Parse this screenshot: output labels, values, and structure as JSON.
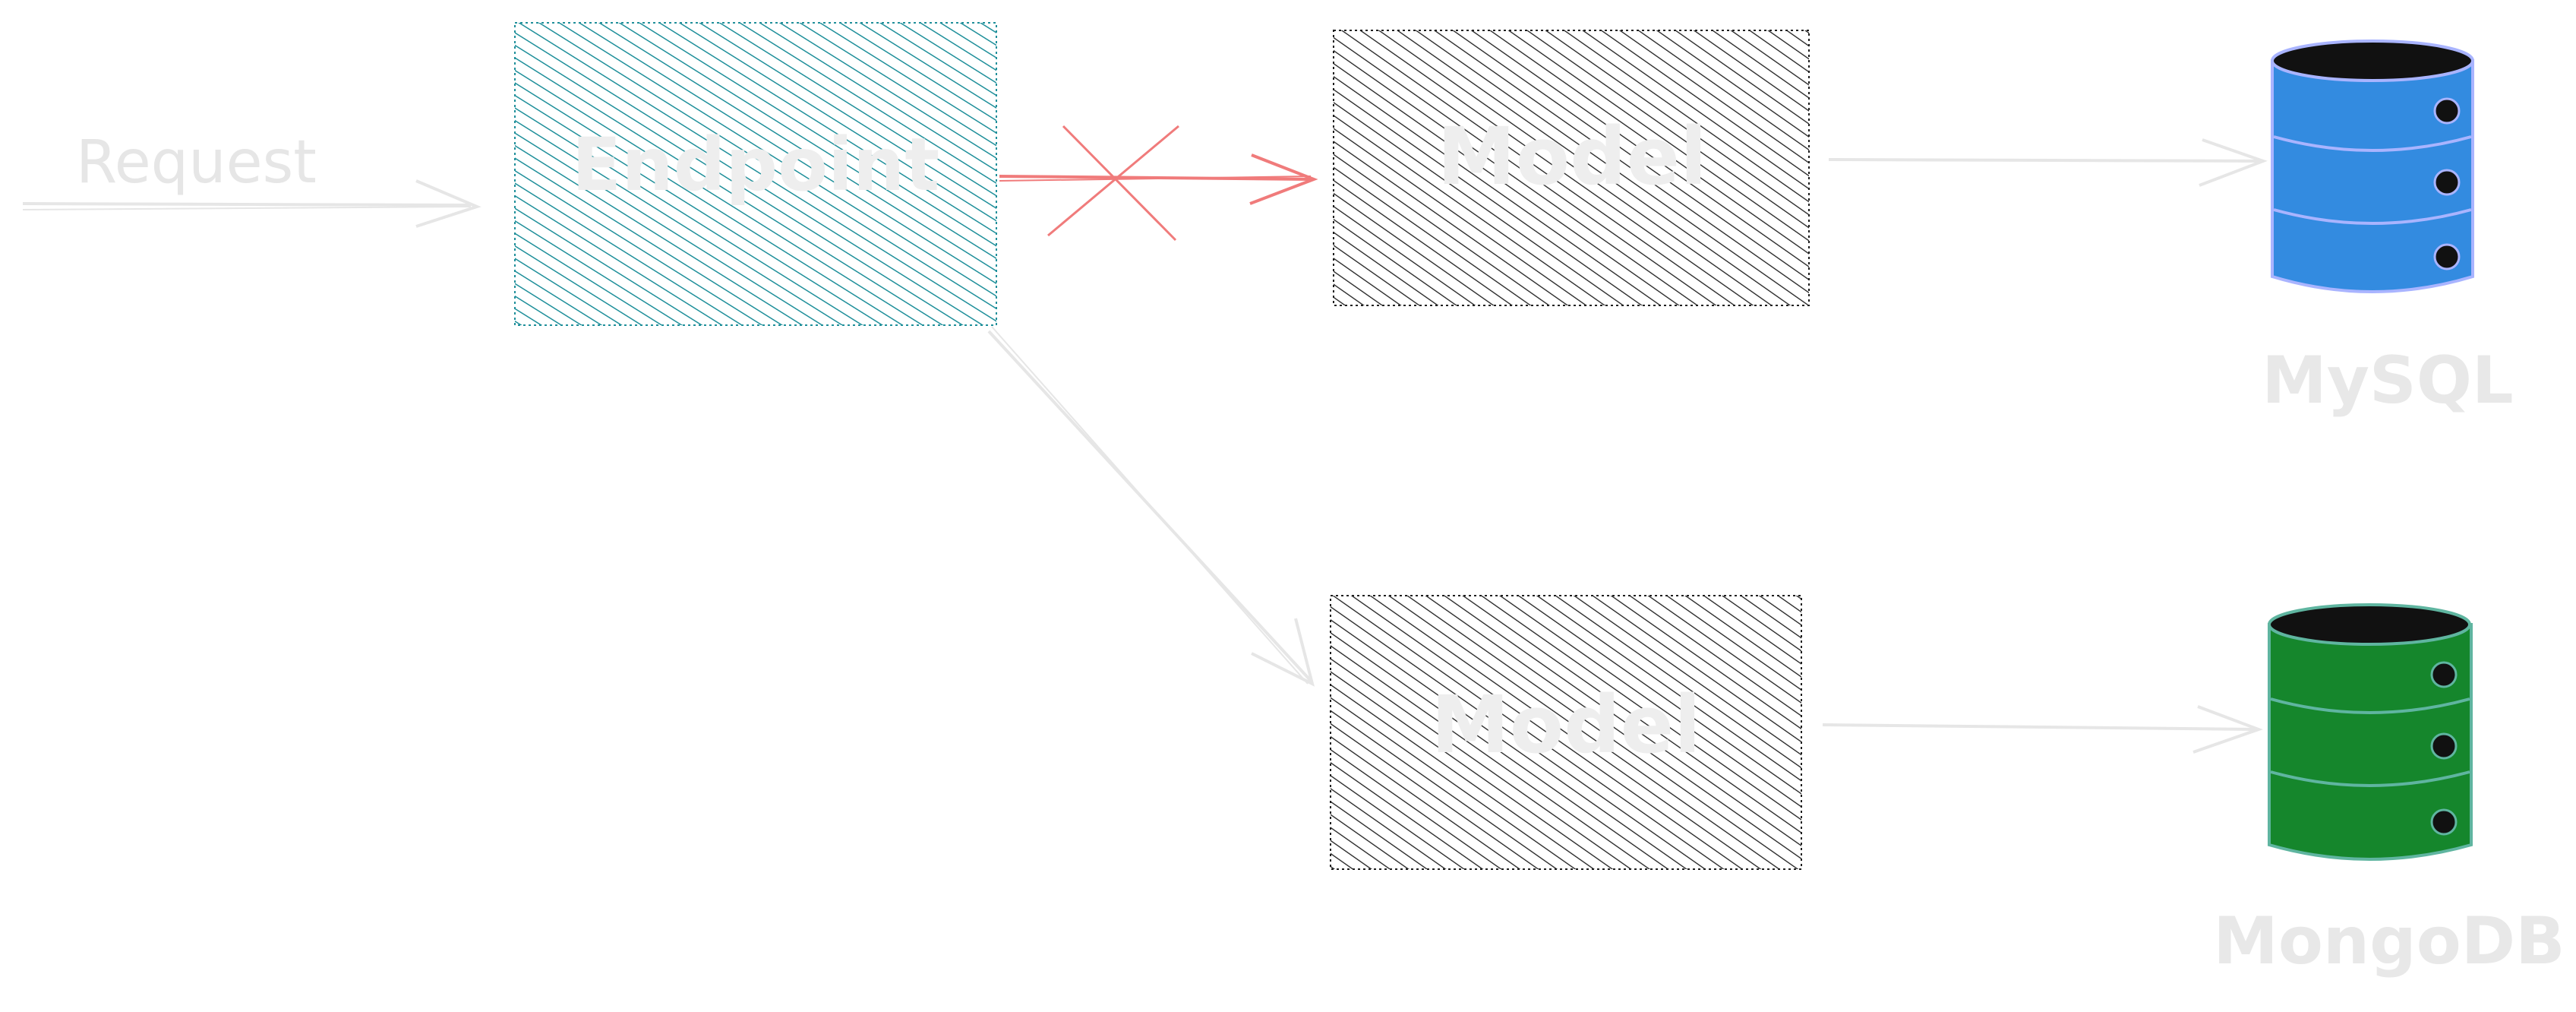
{
  "request": {
    "label": "Request"
  },
  "endpoint": {
    "label": "Endpoint",
    "color": "#1f8f9a"
  },
  "model_top": {
    "label": "Model",
    "color": "#1e1e1e"
  },
  "model_bottom": {
    "label": "Model",
    "color": "#1e1e1e"
  },
  "mysql": {
    "label": "MySQL",
    "color": "#338be0"
  },
  "mongodb": {
    "label": "MongoDB",
    "color": "#15862c"
  },
  "blocked_arrow": {
    "color": "#f07b7b"
  },
  "arrow_color": "#e6e6e6"
}
